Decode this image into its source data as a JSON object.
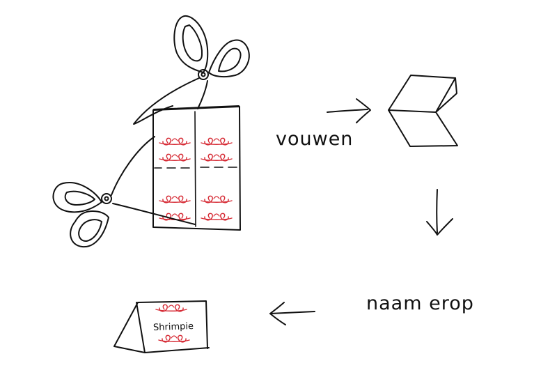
{
  "steps": {
    "fold_label": "vouwen",
    "name_label": "naam erop"
  },
  "card": {
    "name": "Shrimpie"
  },
  "colors": {
    "ink": "#111111",
    "ornament": "#d62b35",
    "background": "#ffffff"
  },
  "icons": {
    "cut": "scissors-icon",
    "fold": "folded-paper-icon",
    "arrows": "hand-drawn-arrow-icon",
    "result": "place-card-icon"
  }
}
